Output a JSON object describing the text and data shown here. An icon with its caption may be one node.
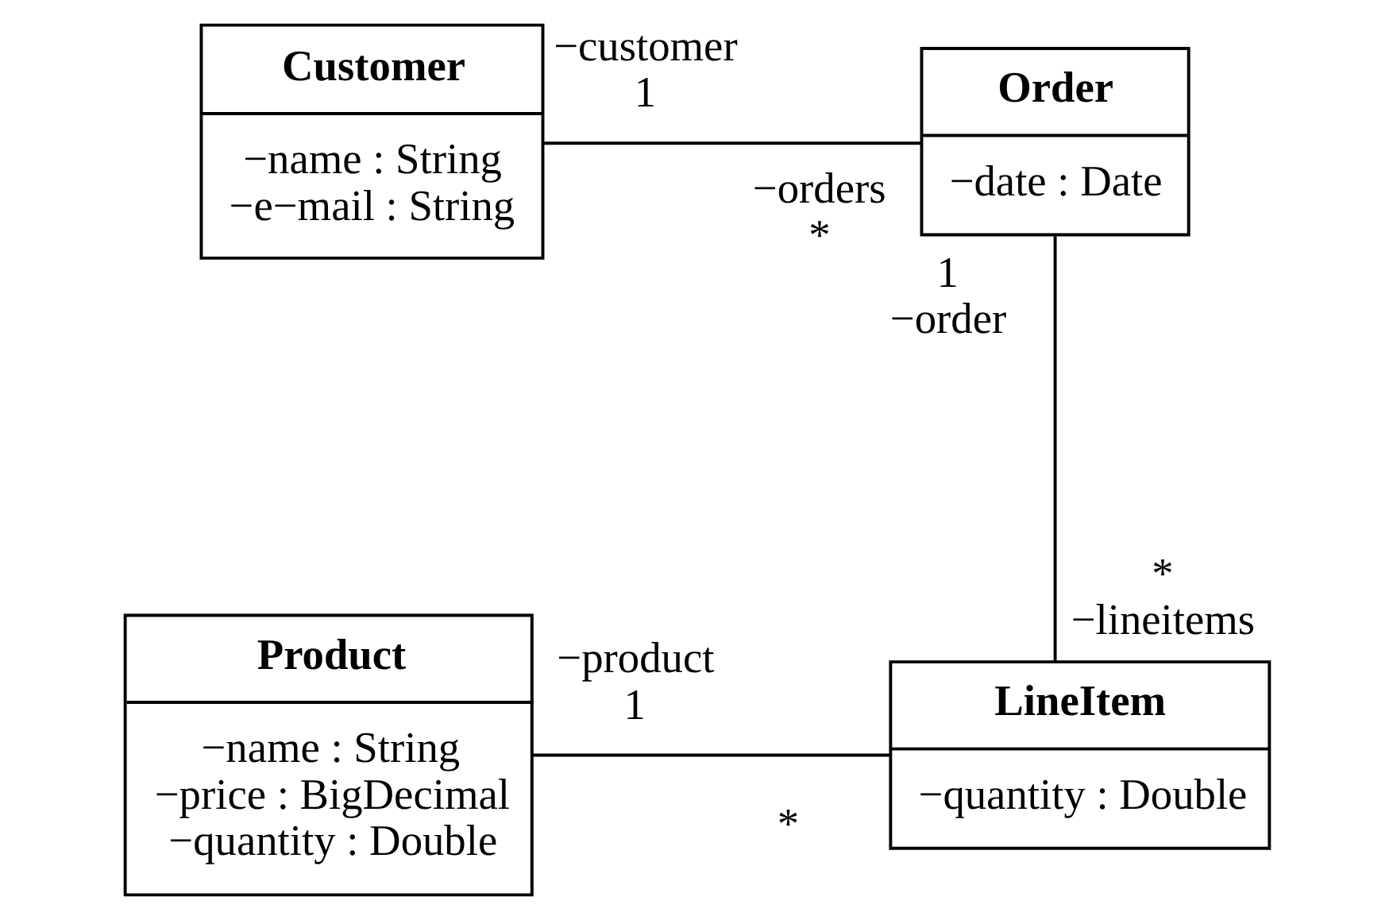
{
  "diagram": {
    "nodes": [
      {
        "text": [
          "Customer",
          "−name : String",
          "−e−mail : String"
        ]
      },
      {
        "text": [
          "Order",
          "−date : Date"
        ]
      },
      {
        "text": [
          "Product",
          "−name : String",
          "−price : BigDecimal",
          "−quantity : Double"
        ]
      },
      {
        "text": [
          "LineItem",
          "−quantity : Double"
        ]
      }
    ],
    "edges": [
      {
        "from": 0,
        "to": 1,
        "arrow": "none"
      },
      {
        "from": 1,
        "to": 3,
        "arrow": "none"
      },
      {
        "from": 2,
        "to": 3,
        "arrow": "none"
      }
    ],
    "labels": [
      "−customer",
      "−orders",
      "1",
      "*",
      "1",
      "−order",
      "*",
      "−lineitems",
      "−product",
      "1",
      "*"
    ]
  }
}
